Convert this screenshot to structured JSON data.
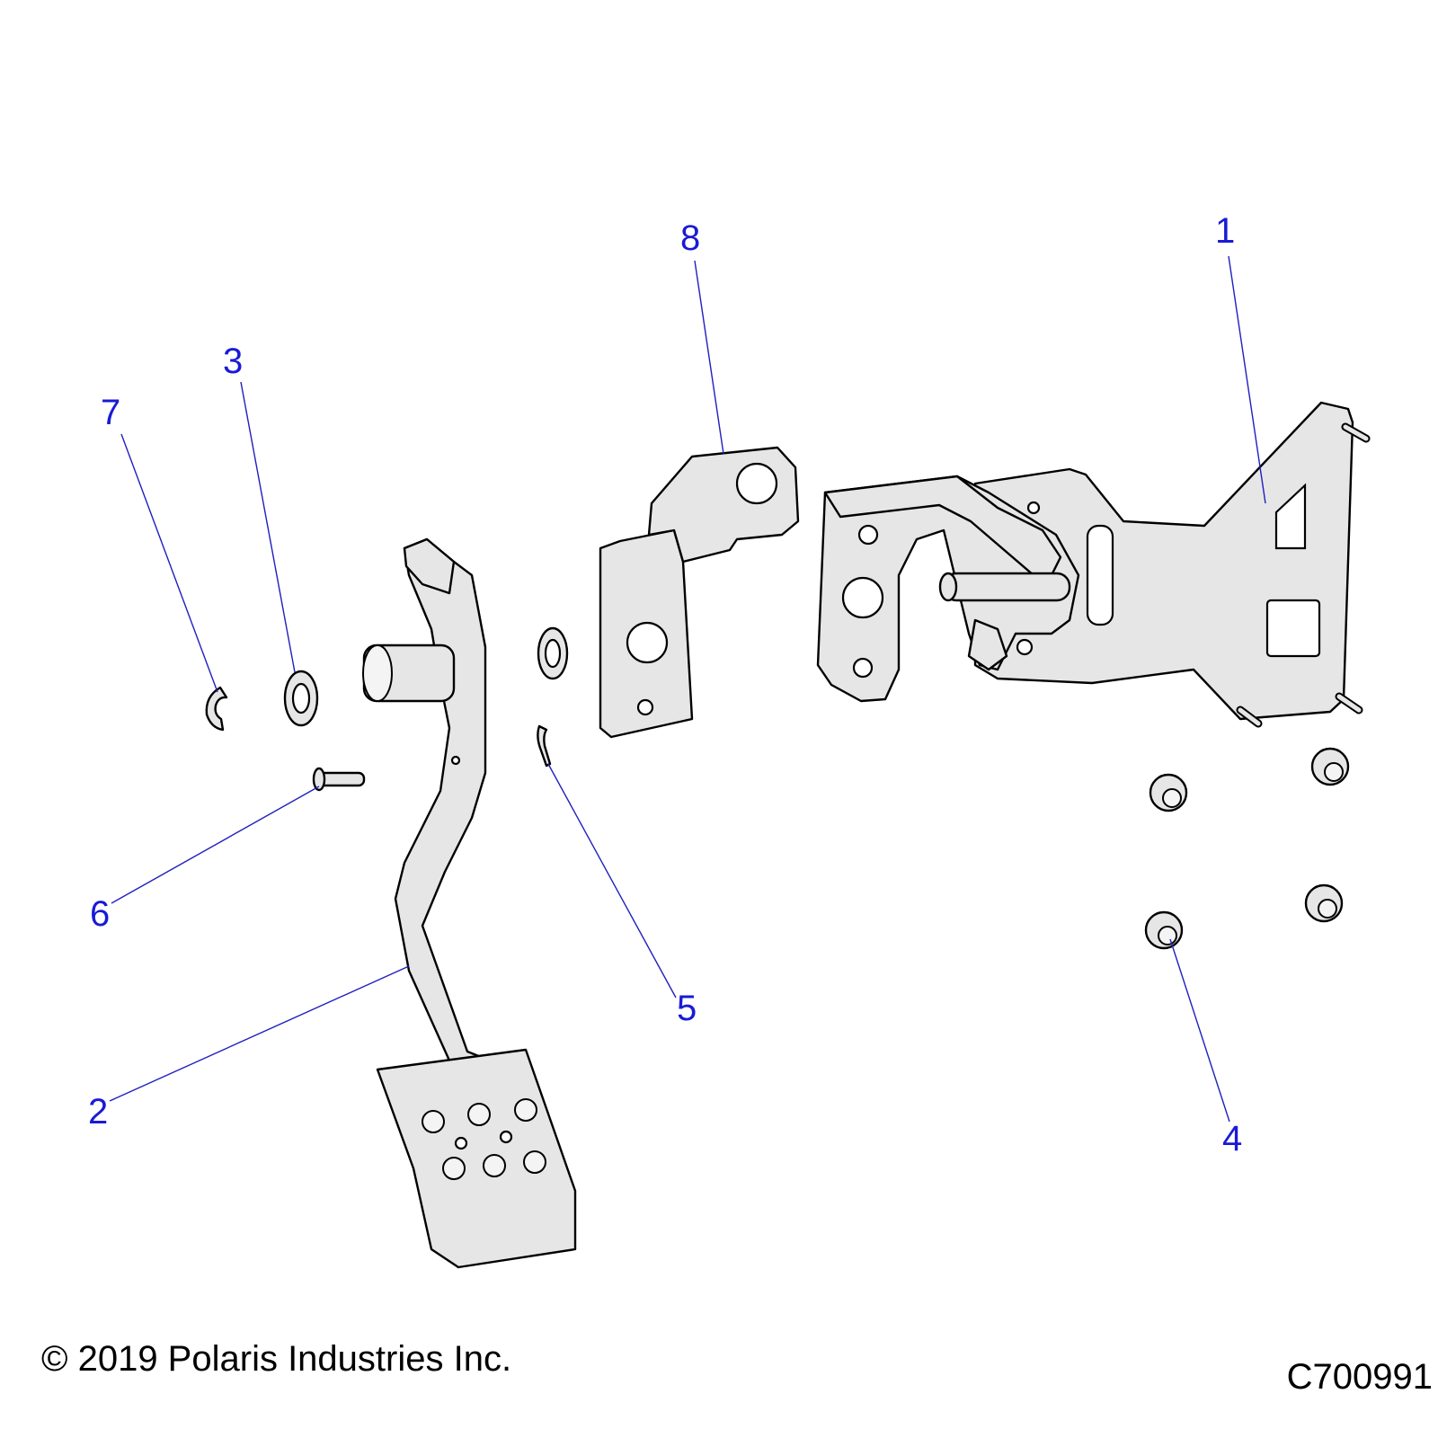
{
  "callouts": [
    {
      "id": "1",
      "label": "1"
    },
    {
      "id": "2",
      "label": "2"
    },
    {
      "id": "3",
      "label": "3"
    },
    {
      "id": "4",
      "label": "4"
    },
    {
      "id": "5",
      "label": "5"
    },
    {
      "id": "6",
      "label": "6"
    },
    {
      "id": "7",
      "label": "7"
    },
    {
      "id": "8",
      "label": "8"
    }
  ],
  "footer": {
    "copyright": "© 2019 Polaris Industries Inc.",
    "diagram_code": "C700991"
  },
  "colors": {
    "callout": "#1a1ad6",
    "leader": "#1f1fbf",
    "part_fill": "#e6e6e6"
  }
}
